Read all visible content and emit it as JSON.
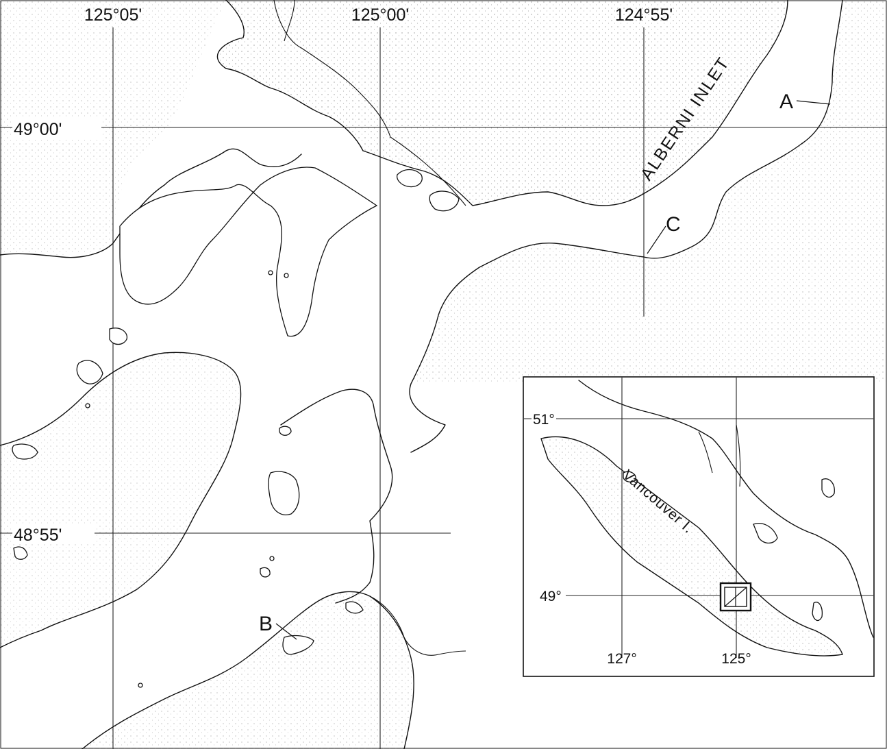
{
  "map": {
    "longitude_labels": [
      "125°05'",
      "125°00'",
      "124°55'"
    ],
    "latitude_labels": [
      "49°00'",
      "48°55'"
    ],
    "site_labels": [
      "A",
      "B",
      "C"
    ],
    "place_labels": {
      "inlet": "ALBERNI INLET"
    }
  },
  "inset": {
    "latitude_labels": [
      "51°",
      "49°"
    ],
    "longitude_labels": [
      "127°",
      "125°"
    ],
    "island_label": "Vancouver I."
  }
}
